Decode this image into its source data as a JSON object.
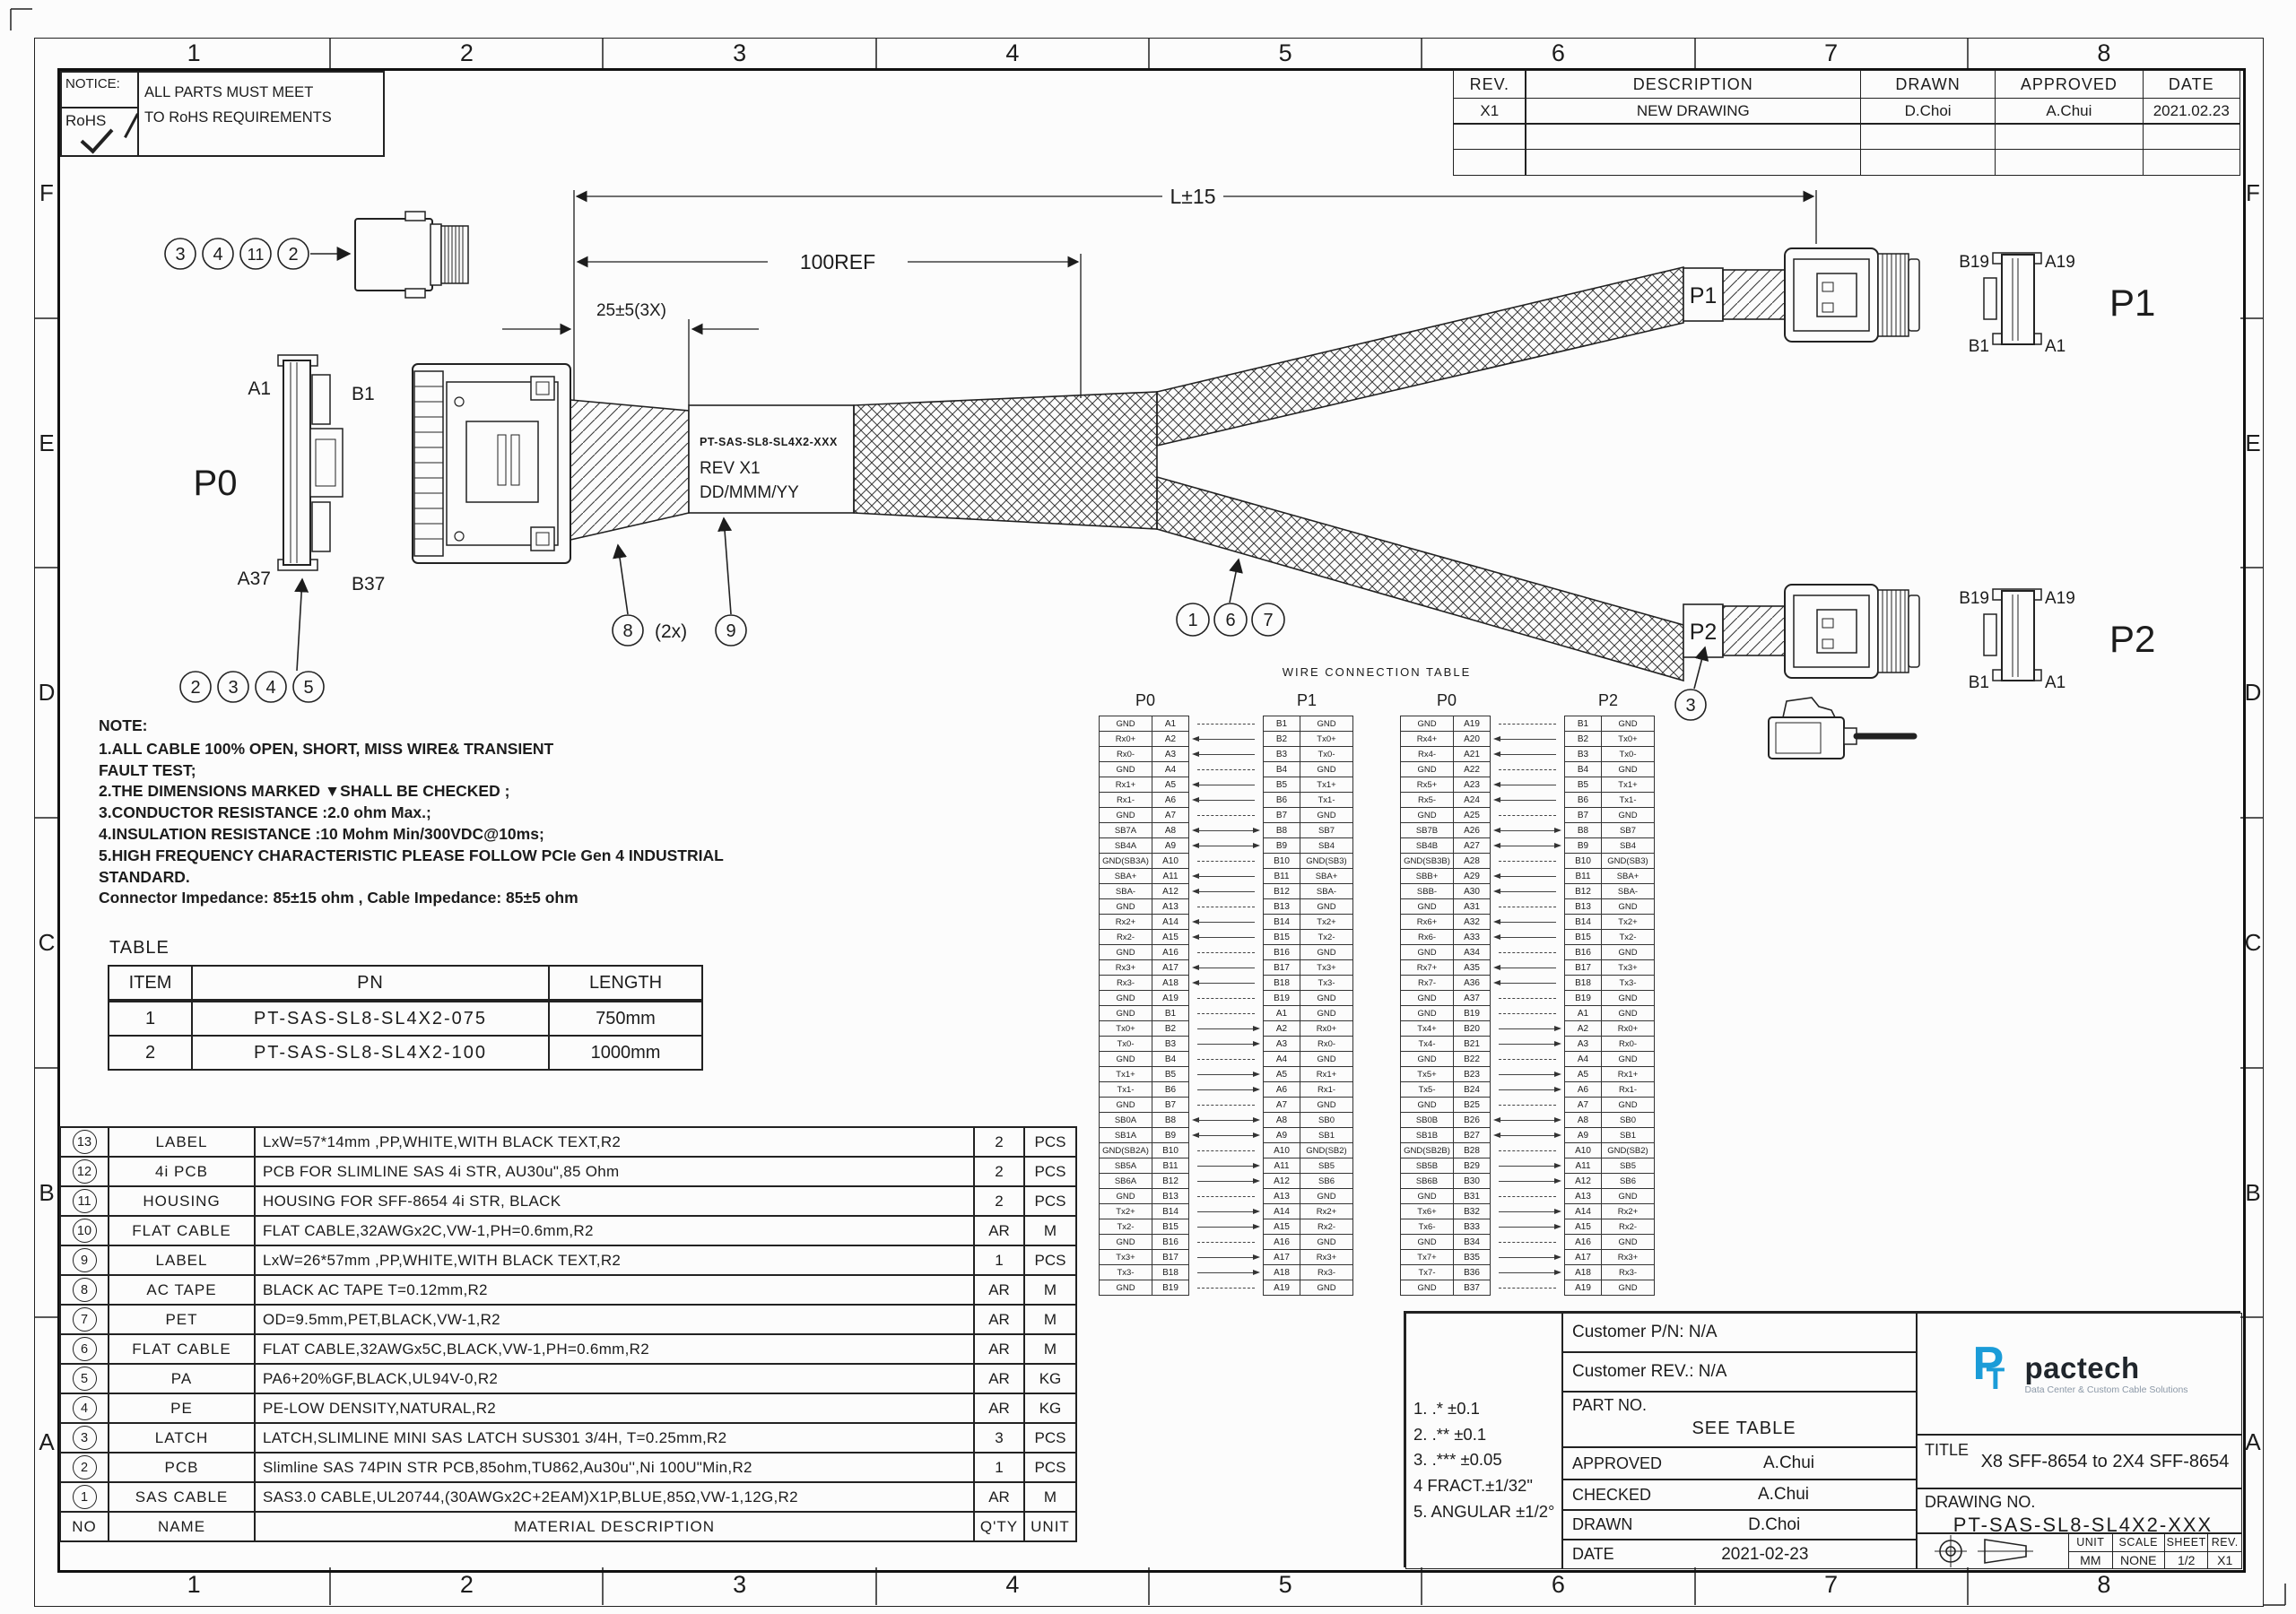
{
  "border": {
    "columns": [
      "1",
      "2",
      "3",
      "4",
      "5",
      "6",
      "7",
      "8"
    ],
    "rows": [
      "F",
      "E",
      "D",
      "C",
      "B",
      "A"
    ]
  },
  "notice": {
    "label": "NOTICE:",
    "rohs": "RoHS",
    "line1": "ALL PARTS MUST MEET",
    "line2": "TO RoHS REQUIREMENTS"
  },
  "rev_table": {
    "headers": [
      "REV.",
      "DESCRIPTION",
      "DRAWN",
      "APPROVED",
      "DATE"
    ],
    "row": {
      "rev": "X1",
      "description": "NEW DRAWING",
      "drawn": "D.Choi",
      "approved": "A.Chui",
      "date": "2021.02.23"
    }
  },
  "drawing": {
    "dims": {
      "overall": "L±15",
      "ref": "100REF",
      "wedge": "25±5(3X)"
    },
    "cable_label": {
      "line1": "PT-SAS-SL8-SL4X2-XXX",
      "line2": "REV X1",
      "line3": "DD/MMM/YY"
    },
    "p0": {
      "label": "P0",
      "pin_tl": "A1",
      "pin_tr": "B1",
      "pin_bl": "A37",
      "pin_br": "B37",
      "callouts_top": [
        "3",
        "4",
        "11",
        "2"
      ],
      "callouts_bottom": [
        "2",
        "3",
        "4",
        "5"
      ]
    },
    "label_callouts": {
      "c1": "8",
      "mult": "(2x)",
      "c2": "9"
    },
    "cable_callouts": [
      "1",
      "6",
      "7"
    ],
    "p1": {
      "tag": "P1",
      "label": "P1",
      "pin_tl": "B19",
      "pin_tr": "A19",
      "pin_bl": "B1",
      "pin_br": "A1"
    },
    "p2": {
      "tag": "P2",
      "label": "P2",
      "pin_tl": "B19",
      "pin_tr": "A19",
      "pin_bl": "B1",
      "pin_br": "A1",
      "callout": "3"
    }
  },
  "wire_table": {
    "title": "WIRE CONNECTION TABLE",
    "groups": [
      {
        "left_header": "P0",
        "right_header": "P1",
        "rows": [
          {
            "ls": "GND",
            "lp": "A1",
            "rp": "B1",
            "rs": "GND",
            "t": "gnd"
          },
          {
            "ls": "Rx0+",
            "lp": "A2",
            "rp": "B2",
            "rs": "Tx0+",
            "t": "l"
          },
          {
            "ls": "Rx0-",
            "lp": "A3",
            "rp": "B3",
            "rs": "Tx0-",
            "t": "l"
          },
          {
            "ls": "GND",
            "lp": "A4",
            "rp": "B4",
            "rs": "GND",
            "t": "gnd"
          },
          {
            "ls": "Rx1+",
            "lp": "A5",
            "rp": "B5",
            "rs": "Tx1+",
            "t": "l"
          },
          {
            "ls": "Rx1-",
            "lp": "A6",
            "rp": "B6",
            "rs": "Tx1-",
            "t": "l"
          },
          {
            "ls": "GND",
            "lp": "A7",
            "rp": "B7",
            "rs": "GND",
            "t": "gnd"
          },
          {
            "ls": "SB7A",
            "lp": "A8",
            "rp": "B8",
            "rs": "SB7",
            "t": "b"
          },
          {
            "ls": "SB4A",
            "lp": "A9",
            "rp": "B9",
            "rs": "SB4",
            "t": "b"
          },
          {
            "ls": "GND(SB3A)",
            "lp": "A10",
            "rp": "B10",
            "rs": "GND(SB3)",
            "t": "gnd"
          },
          {
            "ls": "SBA+",
            "lp": "A11",
            "rp": "B11",
            "rs": "SBA+",
            "t": "l"
          },
          {
            "ls": "SBA-",
            "lp": "A12",
            "rp": "B12",
            "rs": "SBA-",
            "t": "l"
          },
          {
            "ls": "GND",
            "lp": "A13",
            "rp": "B13",
            "rs": "GND",
            "t": "gnd"
          },
          {
            "ls": "Rx2+",
            "lp": "A14",
            "rp": "B14",
            "rs": "Tx2+",
            "t": "l"
          },
          {
            "ls": "Rx2-",
            "lp": "A15",
            "rp": "B15",
            "rs": "Tx2-",
            "t": "l"
          },
          {
            "ls": "GND",
            "lp": "A16",
            "rp": "B16",
            "rs": "GND",
            "t": "gnd"
          },
          {
            "ls": "Rx3+",
            "lp": "A17",
            "rp": "B17",
            "rs": "Tx3+",
            "t": "l"
          },
          {
            "ls": "Rx3-",
            "lp": "A18",
            "rp": "B18",
            "rs": "Tx3-",
            "t": "l"
          },
          {
            "ls": "GND",
            "lp": "A19",
            "rp": "B19",
            "rs": "GND",
            "t": "gnd"
          },
          {
            "ls": "GND",
            "lp": "B1",
            "rp": "A1",
            "rs": "GND",
            "t": "gnd"
          },
          {
            "ls": "Tx0+",
            "lp": "B2",
            "rp": "A2",
            "rs": "Rx0+",
            "t": "r"
          },
          {
            "ls": "Tx0-",
            "lp": "B3",
            "rp": "A3",
            "rs": "Rx0-",
            "t": "r"
          },
          {
            "ls": "GND",
            "lp": "B4",
            "rp": "A4",
            "rs": "GND",
            "t": "gnd"
          },
          {
            "ls": "Tx1+",
            "lp": "B5",
            "rp": "A5",
            "rs": "Rx1+",
            "t": "r"
          },
          {
            "ls": "Tx1-",
            "lp": "B6",
            "rp": "A6",
            "rs": "Rx1-",
            "t": "r"
          },
          {
            "ls": "GND",
            "lp": "B7",
            "rp": "A7",
            "rs": "GND",
            "t": "gnd"
          },
          {
            "ls": "SB0A",
            "lp": "B8",
            "rp": "A8",
            "rs": "SB0",
            "t": "b"
          },
          {
            "ls": "SB1A",
            "lp": "B9",
            "rp": "A9",
            "rs": "SB1",
            "t": "b"
          },
          {
            "ls": "GND(SB2A)",
            "lp": "B10",
            "rp": "A10",
            "rs": "GND(SB2)",
            "t": "gnd"
          },
          {
            "ls": "SB5A",
            "lp": "B11",
            "rp": "A11",
            "rs": "SB5",
            "t": "r"
          },
          {
            "ls": "SB6A",
            "lp": "B12",
            "rp": "A12",
            "rs": "SB6",
            "t": "r"
          },
          {
            "ls": "GND",
            "lp": "B13",
            "rp": "A13",
            "rs": "GND",
            "t": "gnd"
          },
          {
            "ls": "Tx2+",
            "lp": "B14",
            "rp": "A14",
            "rs": "Rx2+",
            "t": "r"
          },
          {
            "ls": "Tx2-",
            "lp": "B15",
            "rp": "A15",
            "rs": "Rx2-",
            "t": "r"
          },
          {
            "ls": "GND",
            "lp": "B16",
            "rp": "A16",
            "rs": "GND",
            "t": "gnd"
          },
          {
            "ls": "Tx3+",
            "lp": "B17",
            "rp": "A17",
            "rs": "Rx3+",
            "t": "r"
          },
          {
            "ls": "Tx3-",
            "lp": "B18",
            "rp": "A18",
            "rs": "Rx3-",
            "t": "r"
          },
          {
            "ls": "GND",
            "lp": "B19",
            "rp": "A19",
            "rs": "GND",
            "t": "gnd"
          }
        ]
      },
      {
        "left_header": "P0",
        "right_header": "P2",
        "rows": [
          {
            "ls": "GND",
            "lp": "A19",
            "rp": "B1",
            "rs": "GND",
            "t": "gnd"
          },
          {
            "ls": "Rx4+",
            "lp": "A20",
            "rp": "B2",
            "rs": "Tx0+",
            "t": "l"
          },
          {
            "ls": "Rx4-",
            "lp": "A21",
            "rp": "B3",
            "rs": "Tx0-",
            "t": "l"
          },
          {
            "ls": "GND",
            "lp": "A22",
            "rp": "B4",
            "rs": "GND",
            "t": "gnd"
          },
          {
            "ls": "Rx5+",
            "lp": "A23",
            "rp": "B5",
            "rs": "Tx1+",
            "t": "l"
          },
          {
            "ls": "Rx5-",
            "lp": "A24",
            "rp": "B6",
            "rs": "Tx1-",
            "t": "l"
          },
          {
            "ls": "GND",
            "lp": "A25",
            "rp": "B7",
            "rs": "GND",
            "t": "gnd"
          },
          {
            "ls": "SB7B",
            "lp": "A26",
            "rp": "B8",
            "rs": "SB7",
            "t": "b"
          },
          {
            "ls": "SB4B",
            "lp": "A27",
            "rp": "B9",
            "rs": "SB4",
            "t": "b"
          },
          {
            "ls": "GND(SB3B)",
            "lp": "A28",
            "rp": "B10",
            "rs": "GND(SB3)",
            "t": "gnd"
          },
          {
            "ls": "SBB+",
            "lp": "A29",
            "rp": "B11",
            "rs": "SBA+",
            "t": "l"
          },
          {
            "ls": "SBB-",
            "lp": "A30",
            "rp": "B12",
            "rs": "SBA-",
            "t": "l"
          },
          {
            "ls": "GND",
            "lp": "A31",
            "rp": "B13",
            "rs": "GND",
            "t": "gnd"
          },
          {
            "ls": "Rx6+",
            "lp": "A32",
            "rp": "B14",
            "rs": "Tx2+",
            "t": "l"
          },
          {
            "ls": "Rx6-",
            "lp": "A33",
            "rp": "B15",
            "rs": "Tx2-",
            "t": "l"
          },
          {
            "ls": "GND",
            "lp": "A34",
            "rp": "B16",
            "rs": "GND",
            "t": "gnd"
          },
          {
            "ls": "Rx7+",
            "lp": "A35",
            "rp": "B17",
            "rs": "Tx3+",
            "t": "l"
          },
          {
            "ls": "Rx7-",
            "lp": "A36",
            "rp": "B18",
            "rs": "Tx3-",
            "t": "l"
          },
          {
            "ls": "GND",
            "lp": "A37",
            "rp": "B19",
            "rs": "GND",
            "t": "gnd"
          },
          {
            "ls": "GND",
            "lp": "B19",
            "rp": "A1",
            "rs": "GND",
            "t": "gnd"
          },
          {
            "ls": "Tx4+",
            "lp": "B20",
            "rp": "A2",
            "rs": "Rx0+",
            "t": "r"
          },
          {
            "ls": "Tx4-",
            "lp": "B21",
            "rp": "A3",
            "rs": "Rx0-",
            "t": "r"
          },
          {
            "ls": "GND",
            "lp": "B22",
            "rp": "A4",
            "rs": "GND",
            "t": "gnd"
          },
          {
            "ls": "Tx5+",
            "lp": "B23",
            "rp": "A5",
            "rs": "Rx1+",
            "t": "r"
          },
          {
            "ls": "Tx5-",
            "lp": "B24",
            "rp": "A6",
            "rs": "Rx1-",
            "t": "r"
          },
          {
            "ls": "GND",
            "lp": "B25",
            "rp": "A7",
            "rs": "GND",
            "t": "gnd"
          },
          {
            "ls": "SB0B",
            "lp": "B26",
            "rp": "A8",
            "rs": "SB0",
            "t": "b"
          },
          {
            "ls": "SB1B",
            "lp": "B27",
            "rp": "A9",
            "rs": "SB1",
            "t": "b"
          },
          {
            "ls": "GND(SB2B)",
            "lp": "B28",
            "rp": "A10",
            "rs": "GND(SB2)",
            "t": "gnd"
          },
          {
            "ls": "SB5B",
            "lp": "B29",
            "rp": "A11",
            "rs": "SB5",
            "t": "r"
          },
          {
            "ls": "SB6B",
            "lp": "B30",
            "rp": "A12",
            "rs": "SB6",
            "t": "r"
          },
          {
            "ls": "GND",
            "lp": "B31",
            "rp": "A13",
            "rs": "GND",
            "t": "gnd"
          },
          {
            "ls": "Tx6+",
            "lp": "B32",
            "rp": "A14",
            "rs": "Rx2+",
            "t": "r"
          },
          {
            "ls": "Tx6-",
            "lp": "B33",
            "rp": "A15",
            "rs": "Rx2-",
            "t": "r"
          },
          {
            "ls": "GND",
            "lp": "B34",
            "rp": "A16",
            "rs": "GND",
            "t": "gnd"
          },
          {
            "ls": "Tx7+",
            "lp": "B35",
            "rp": "A17",
            "rs": "Rx3+",
            "t": "r"
          },
          {
            "ls": "Tx7-",
            "lp": "B36",
            "rp": "A18",
            "rs": "Rx3-",
            "t": "r"
          },
          {
            "ls": "GND",
            "lp": "B37",
            "rp": "A19",
            "rs": "GND",
            "t": "gnd"
          }
        ]
      }
    ]
  },
  "notes": {
    "title": "NOTE:",
    "lines": [
      "1.ALL CABLE 100% OPEN, SHORT, MISS WIRE&  TRANSIENT",
      " FAULT TEST;",
      "2.THE DIMENSIONS MARKED ▼SHALL BE CHECKED ;",
      "3.CONDUCTOR RESISTANCE :2.0 ohm Max.;",
      "4.INSULATION RESISTANCE :10 Mohm Min/300VDC@10ms;",
      "5.HIGH FREQUENCY CHARACTERISTIC PLEASE FOLLOW PCIe Gen 4 INDUSTRIAL",
      "STANDARD.",
      "Connector Impedance: 85±15 ohm ,  Cable Impedance: 85±5 ohm"
    ]
  },
  "pn_table": {
    "title": "TABLE",
    "headers": [
      "ITEM",
      "PN",
      "LENGTH"
    ],
    "rows": [
      {
        "item": "1",
        "pn": "PT-SAS-SL8-SL4X2-075",
        "length": "750mm"
      },
      {
        "item": "2",
        "pn": "PT-SAS-SL8-SL4X2-100",
        "length": "1000mm"
      }
    ]
  },
  "bom": {
    "headers": {
      "no": "NO",
      "name": "NAME",
      "desc": "MATERIAL DESCRIPTION",
      "qty": "Q'TY",
      "unit": "UNIT"
    },
    "rows": [
      {
        "no": "13",
        "name": "LABEL",
        "desc": "LxW=57*14mm ,PP,WHITE,WITH BLACK TEXT,R2",
        "qty": "2",
        "unit": "PCS"
      },
      {
        "no": "12",
        "name": "4i PCB",
        "desc": "PCB FOR SLIMLINE SAS 4i STR, AU30u\",85 Ohm",
        "qty": "2",
        "unit": "PCS"
      },
      {
        "no": "11",
        "name": "HOUSING",
        "desc": "HOUSING FOR SFF-8654 4i STR, BLACK",
        "qty": "2",
        "unit": "PCS"
      },
      {
        "no": "10",
        "name": "FLAT CABLE",
        "desc": "FLAT CABLE,32AWGx2C,VW-1,PH=0.6mm,R2",
        "qty": "AR",
        "unit": "M"
      },
      {
        "no": "9",
        "name": "LABEL",
        "desc": "LxW=26*57mm ,PP,WHITE,WITH BLACK TEXT,R2",
        "qty": "1",
        "unit": "PCS"
      },
      {
        "no": "8",
        "name": "AC TAPE",
        "desc": "BLACK AC TAPE T=0.12mm,R2",
        "qty": "AR",
        "unit": "M"
      },
      {
        "no": "7",
        "name": "PET",
        "desc": "OD=9.5mm,PET,BLACK,VW-1,R2",
        "qty": "AR",
        "unit": "M"
      },
      {
        "no": "6",
        "name": "FLAT CABLE",
        "desc": "FLAT CABLE,32AWGx5C,BLACK,VW-1,PH=0.6mm,R2",
        "qty": "AR",
        "unit": "M"
      },
      {
        "no": "5",
        "name": "PA",
        "desc": "PA6+20%GF,BLACK,UL94V-0,R2",
        "qty": "AR",
        "unit": "KG"
      },
      {
        "no": "4",
        "name": "PE",
        "desc": "PE-LOW DENSITY,NATURAL,R2",
        "qty": "AR",
        "unit": "KG"
      },
      {
        "no": "3",
        "name": "LATCH",
        "desc": "LATCH,SLIMLINE MINI SAS  LATCH SUS301 3/4H, T=0.25mm,R2",
        "qty": "3",
        "unit": "PCS"
      },
      {
        "no": "2",
        "name": "PCB",
        "desc": "Slimline SAS 74PIN STR PCB,85ohm,TU862,Au30u'',Ni 100U\"Min,R2",
        "qty": "1",
        "unit": "PCS"
      },
      {
        "no": "1",
        "name": "SAS CABLE",
        "desc": "SAS3.0 CABLE,UL20744,(30AWGx2C+2EAM)X1P,BLUE,85Ω,VW-1,12G,R2",
        "qty": "AR",
        "unit": "M"
      }
    ]
  },
  "title_block": {
    "tolerances": [
      "1. .* ±0.1",
      "2. .** ±0.1",
      "3. .*** ±0.05",
      "4 FRACT.±1/32\"",
      "5. ANGULAR ±1/2°"
    ],
    "customer_pn": "Customer P/N: N/A",
    "customer_rev": "Customer REV.: N/A",
    "part_no_label": "PART NO.",
    "part_no_value": "SEE TABLE",
    "approved_label": "APPROVED",
    "approved": "A.Chui",
    "checked_label": "CHECKED",
    "checked": "A.Chui",
    "drawn_label": "DRAWN",
    "drawn": "D.Choi",
    "date_label": "DATE",
    "date": "2021-02-23",
    "logo": {
      "mark_p": "P",
      "mark_t": "T",
      "name": "pactech",
      "tagline": "Data Center & Custom Cable Solutions",
      "color": "#1b9cd8"
    },
    "title_label": "TITLE",
    "title": "X8 SFF-8654 to 2X4 SFF-8654",
    "drawing_no_label": "DRAWING NO.",
    "drawing_no": "PT-SAS-SL8-SL4X2-XXX",
    "footer": {
      "unit_label": "UNIT",
      "unit": "MM",
      "scale_label": "SCALE",
      "scale": "NONE",
      "sheet_label": "SHEET",
      "sheet": "1/2",
      "rev_label": "REV.",
      "rev": "X1"
    }
  }
}
